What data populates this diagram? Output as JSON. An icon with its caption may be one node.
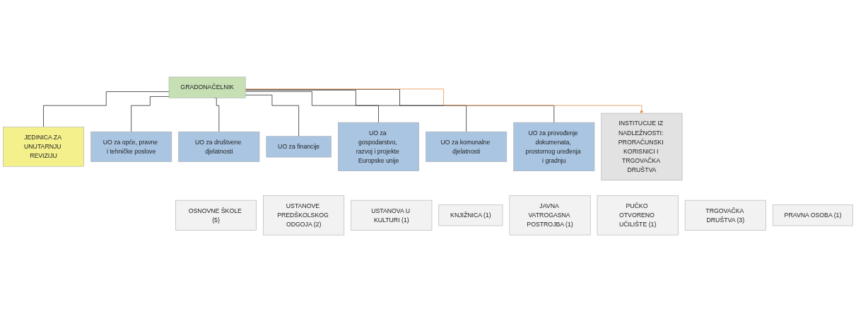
{
  "diagram": {
    "nodes": [
      {
        "text": [
          "GRADONAČELNIK"
        ]
      },
      {
        "text": [
          "JEDINICA ZA UNUTARNJU REVIZIJU"
        ]
      },
      {
        "text": [
          "UO za opće, pravne i tehničke poslove"
        ]
      },
      {
        "text": [
          "UO za društvene djelatnosti"
        ]
      },
      {
        "text": [
          "UO za financije"
        ]
      },
      {
        "text": [
          "UO za gospodarstvo, razvoj i projekte Europske unije"
        ]
      },
      {
        "text": [
          "UO za komunalne djelatnosti"
        ]
      },
      {
        "text": [
          "UO za provođenje dokumenata, prostornog uređenja i gradnju"
        ]
      },
      {
        "text": [
          "INSTITUCIJE IZ NADLEŽNOSTI: PRORAČUNSKI KORISNICI I TRGOVAČKA DRUŠTVA"
        ]
      },
      {
        "text": [
          "OSNOVNE ŠKOLE (5)"
        ]
      },
      {
        "text": [
          "USTANOVE PREDŠKOLSKOG ODGOJA (2)"
        ]
      },
      {
        "text": [
          "USTANOVA U KULTURI (1)"
        ]
      },
      {
        "text": [
          "KNJIŽNICA (1)"
        ]
      },
      {
        "text": [
          "JAVNA VATROGASNA POSTROJBA (1)"
        ]
      },
      {
        "text": [
          "PUČKO OTVORENO UČILIŠTE (1)"
        ]
      },
      {
        "text": [
          "TRGOVAČKA DRUŠTVA (3)"
        ]
      },
      {
        "text": [
          "PRAVNA OSOBA (1)"
        ]
      }
    ],
    "edges": [
      {
        "from": 0,
        "to": 1,
        "arrow": "none"
      },
      {
        "from": 0,
        "to": 2,
        "arrow": "none"
      },
      {
        "from": 0,
        "to": 3,
        "arrow": "none"
      },
      {
        "from": 0,
        "to": 4,
        "arrow": "none"
      },
      {
        "from": 0,
        "to": 5,
        "arrow": "none"
      },
      {
        "from": 0,
        "to": 6,
        "arrow": "none"
      },
      {
        "from": 0,
        "to": 7,
        "arrow": "none"
      },
      {
        "from": 0,
        "to": 8,
        "arrow": "to",
        "color": "#e8914a"
      }
    ]
  }
}
